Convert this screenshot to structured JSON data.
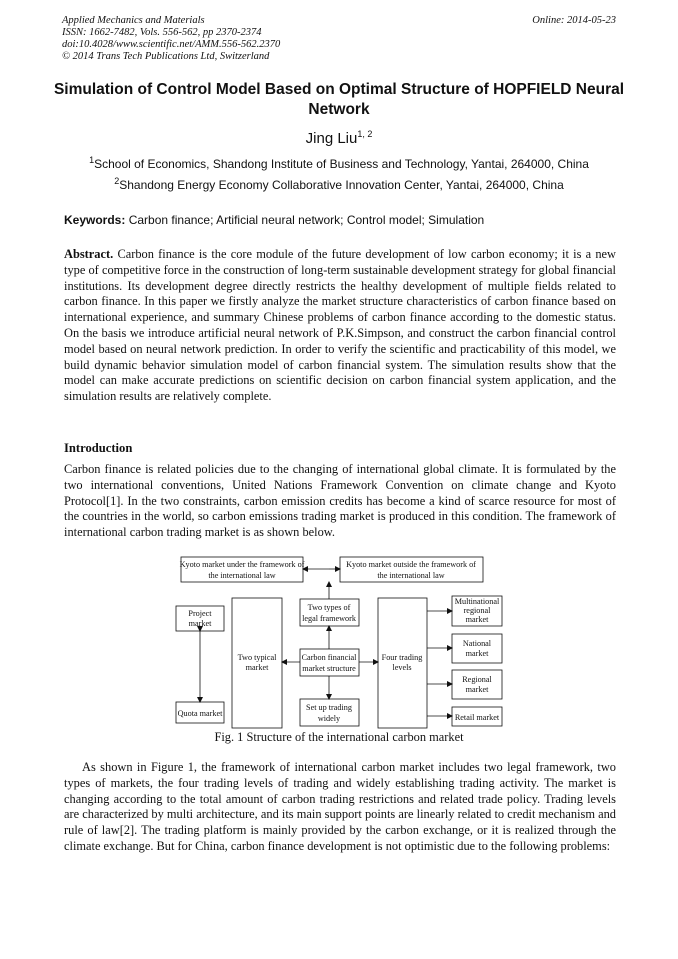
{
  "header": {
    "journal": "Applied Mechanics and Materials",
    "issn": "ISSN: 1662-7482, Vols. 556-562, pp 2370-2374",
    "doi": "doi:10.4028/www.scientific.net/AMM.556-562.2370",
    "copyright": "© 2014 Trans Tech Publications Ltd, Switzerland",
    "online": "Online: 2014-05-23"
  },
  "title": "Simulation of Control Model Based on Optimal Structure of HOPFIELD Neural Network",
  "author": {
    "name": "Jing Liu",
    "sup": "1, 2"
  },
  "affiliations": [
    {
      "sup": "1",
      "text": "School of Economics, Shandong Institute of Business and Technology, Yantai, 264000, China"
    },
    {
      "sup": "2",
      "text": "Shandong Energy Economy Collaborative Innovation Center, Yantai, 264000, China"
    }
  ],
  "keywords": {
    "label": "Keywords:",
    "text": "Carbon finance; Artificial neural network; Control model; Simulation"
  },
  "abstract": {
    "label": "Abstract.",
    "text": "Carbon finance is the core module of the future development of low carbon economy; it is a new type of competitive force in the construction of long-term sustainable development strategy for global financial institutions. Its development degree directly restricts the healthy development of multiple fields related to carbon finance. In this paper we firstly analyze the market structure characteristics of carbon finance based on international experience, and summary Chinese problems of carbon finance according to the domestic status. On the basis we introduce artificial neural network of P.K.Simpson, and construct the carbon financial control model based on neural network prediction. In order to verify the scientific and practicability of this model, we build dynamic behavior simulation model of carbon financial system. The simulation results show that the model can make accurate predictions on scientific decision on carbon financial system application, and the simulation results are relatively complete."
  },
  "introduction": {
    "heading": "Introduction",
    "para1": "Carbon finance is related policies due to the changing of international global climate. It is formulated by the two international conventions, United Nations Framework Convention on climate change and Kyoto Protocol[1]. In the two constraints, carbon emission credits has become a kind of scarce resource for most of the countries in the world, so carbon emissions trading market is produced in this condition. The framework of international carbon trading market is as shown below.",
    "para2": "As shown in Figure 1, the framework of international carbon market includes two legal framework, two types of markets, the four trading levels of trading and widely establishing trading activity. The market is changing according to the total amount of carbon trading restrictions and related trade policy. Trading levels are characterized by multi architecture, and its main support points are linearly related to credit mechanism and rule of law[2]. The trading platform is mainly provided by the carbon exchange, or it is realized through the climate exchange. But for China, carbon finance development is not optimistic due to the following problems:"
  },
  "figure": {
    "caption": "Fig. 1 Structure of the international carbon market",
    "boxes": {
      "kyoto_under": [
        "Kyoto market under the framework of",
        "the international law"
      ],
      "kyoto_outside": [
        "Kyoto market outside the framework of",
        "the international law"
      ],
      "project_market": [
        "Project",
        "market"
      ],
      "quota_market": [
        "Quota market"
      ],
      "two_typical": [
        "Two typical",
        "market"
      ],
      "legal_framework": [
        "Two types of",
        "legal framework"
      ],
      "market_structure": [
        "Carbon financial",
        "market structure"
      ],
      "set_up_trading": [
        "Set up trading",
        "widely"
      ],
      "four_levels": [
        "Four trading",
        "levels"
      ],
      "multinational": [
        "Multinational",
        "regional",
        "market"
      ],
      "national": [
        "National",
        "market"
      ],
      "regional": [
        "Regional",
        "market"
      ],
      "retail": [
        "Retail market"
      ]
    }
  }
}
